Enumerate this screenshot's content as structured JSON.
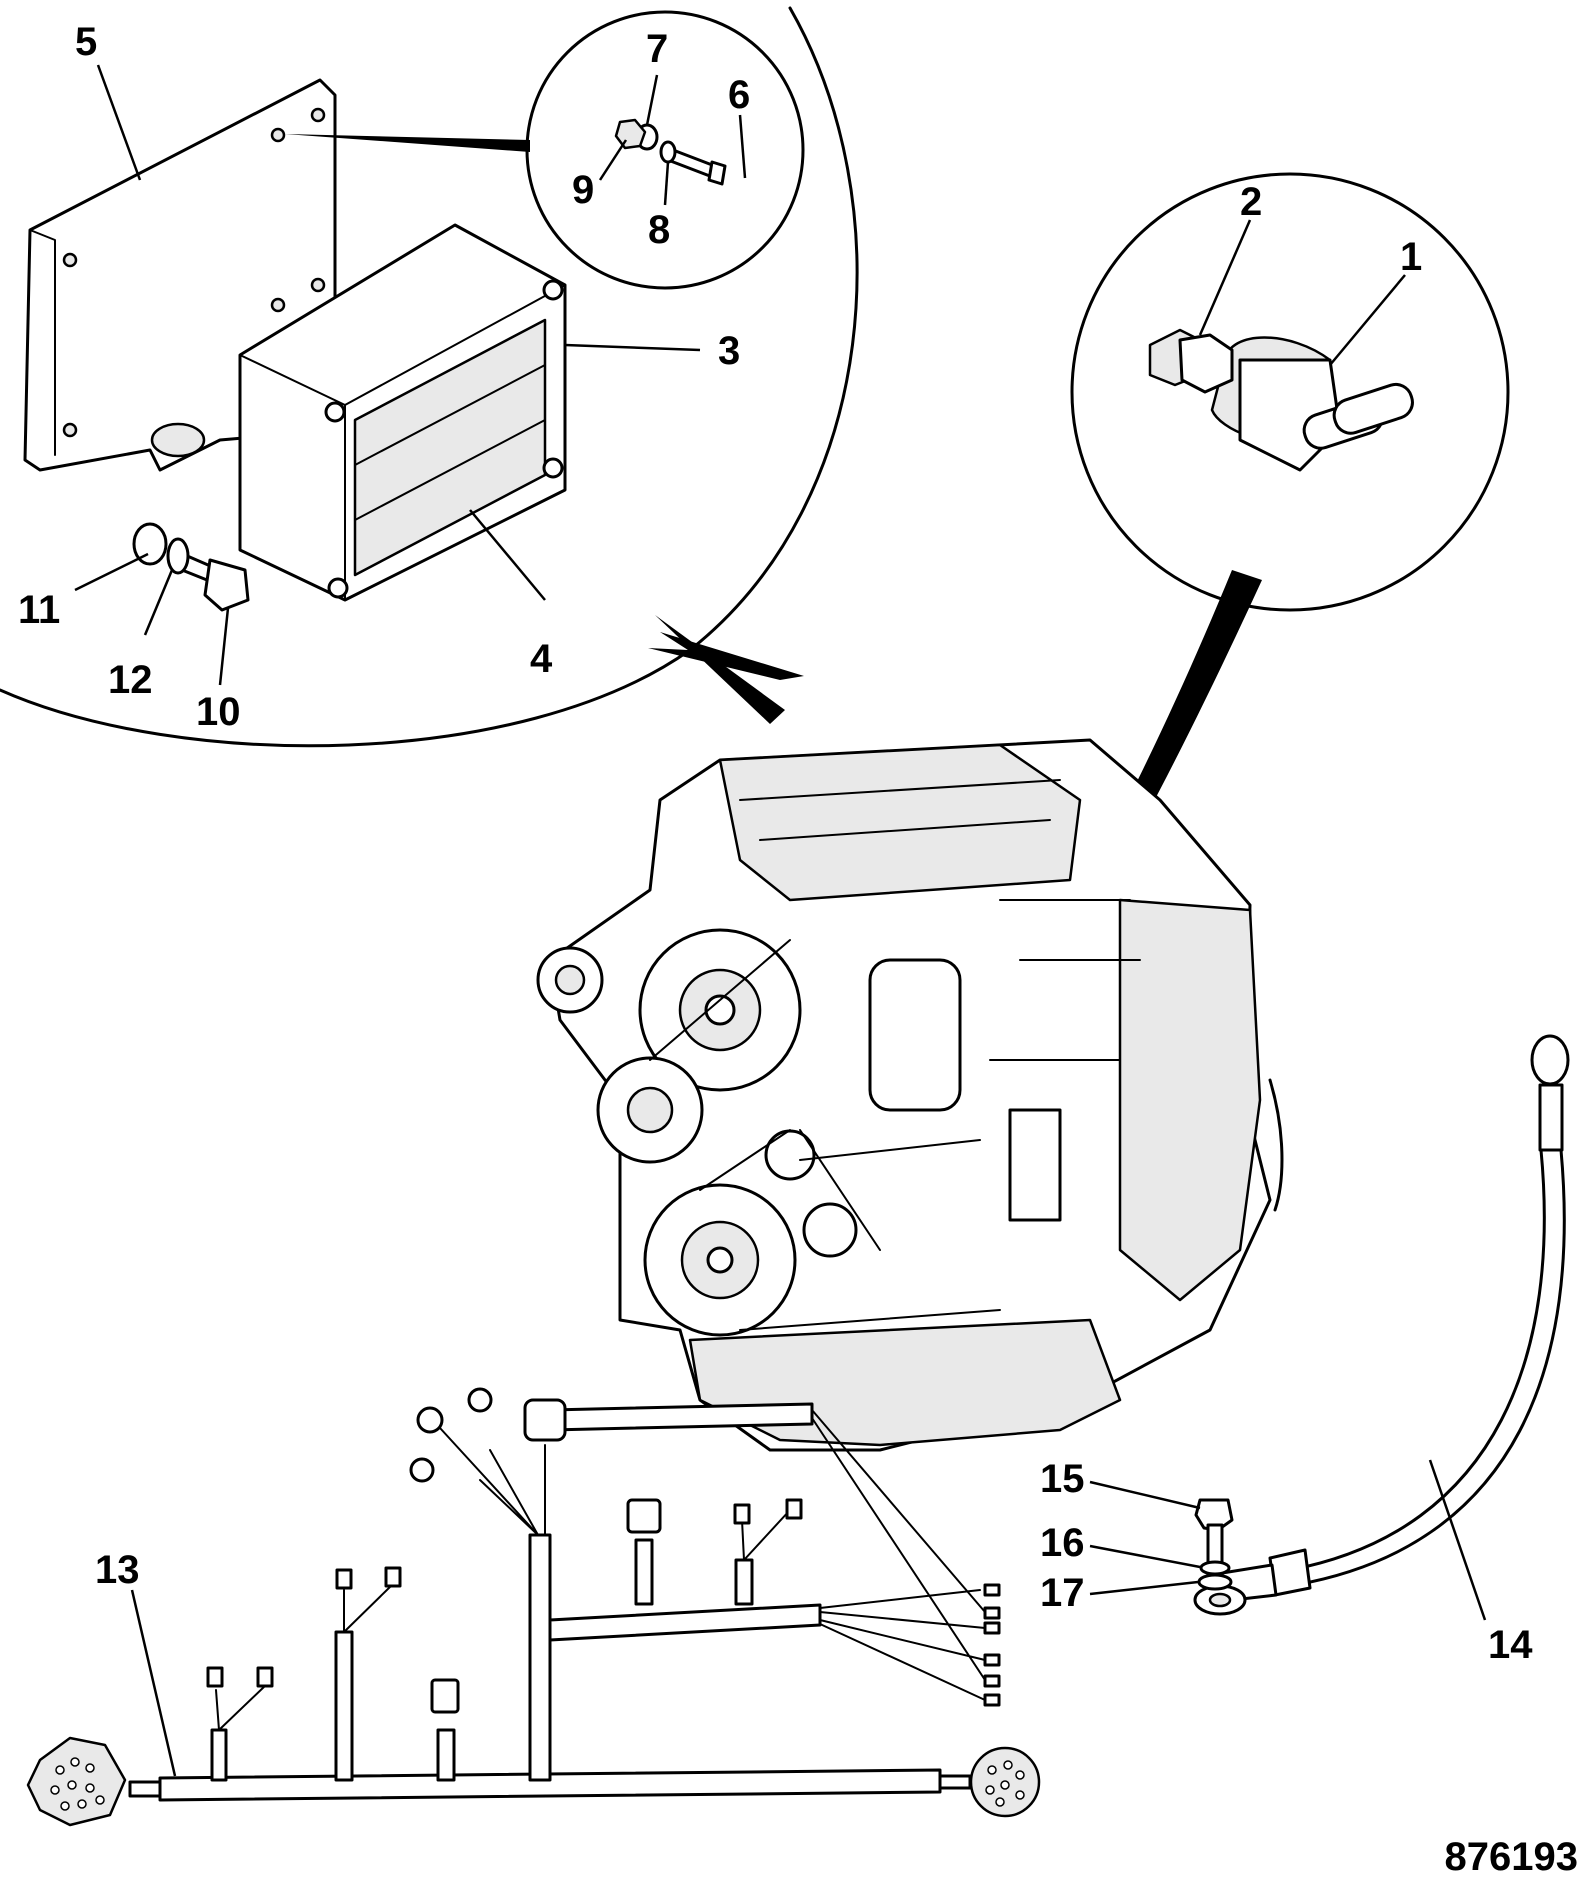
{
  "drawing_number": "876193",
  "callouts": {
    "c1": "1",
    "c2": "2",
    "c3": "3",
    "c4": "4",
    "c5": "5",
    "c6": "6",
    "c7": "7",
    "c8": "8",
    "c9": "9",
    "c10": "10",
    "c11": "11",
    "c12": "12",
    "c13": "13",
    "c14": "14",
    "c15": "15",
    "c16": "16",
    "c17": "17"
  }
}
